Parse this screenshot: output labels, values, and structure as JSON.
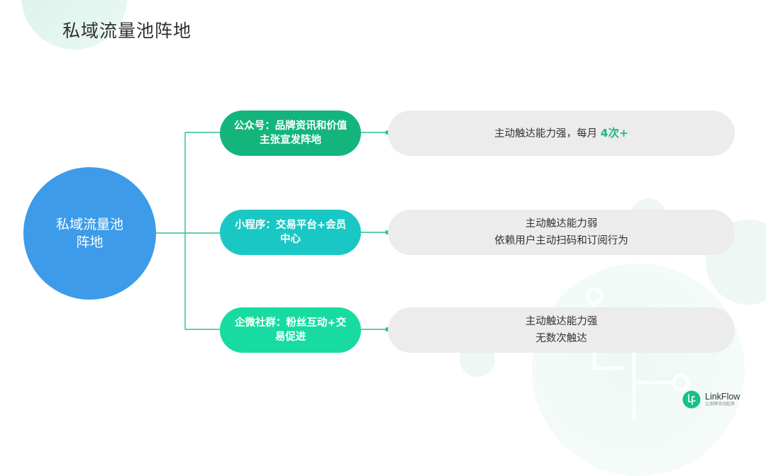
{
  "title": "私域流量池阵地",
  "hub": {
    "label": "私域流量池阵地"
  },
  "channels": [
    {
      "label": "公众号：品牌资讯和价值主张宣发阵地",
      "desc_lines": [
        "主动触达能力强，每月"
      ],
      "highlight": "4次+"
    },
    {
      "label": "小程序：交易平台+会员中心",
      "desc_lines": [
        "主动触达能力弱",
        "依赖用户主动扫码和订阅行为"
      ]
    },
    {
      "label": "企微社群：粉丝互动+交易促进",
      "desc_lines": [
        "主动触达能力强",
        "无数次触达"
      ]
    }
  ],
  "brand": {
    "name": "LinkFlow",
    "tagline": "让品牌流动起来"
  },
  "colors": {
    "hub": "#3d9be9",
    "channel_1": "#14b57c",
    "channel_2": "#19c8c4",
    "channel_3": "#17dba0",
    "connector": "#2bbf8c",
    "highlight": "#1fb97f",
    "desc_bg": "#ececec"
  }
}
